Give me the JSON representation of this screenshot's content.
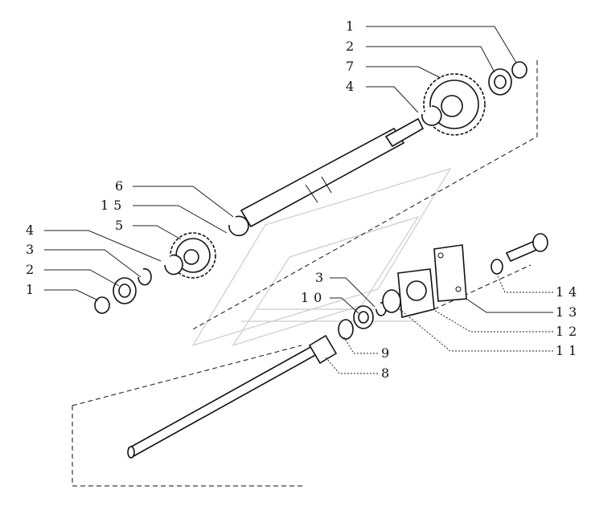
{
  "diagram": {
    "type": "exploded-parts-diagram",
    "callouts": {
      "top_1": "1",
      "top_2": "2",
      "top_7": "7",
      "top_4": "4",
      "left_6": "6",
      "left_15": "15",
      "left_5": "5",
      "left_4": "4",
      "left_3": "3",
      "left_2": "2",
      "left_1": "1",
      "mid_3": "3",
      "mid_10": "10",
      "mid_9": "9",
      "mid_8": "8",
      "right_14": "14",
      "right_13": "13",
      "right_12": "12",
      "right_11": "11"
    }
  }
}
